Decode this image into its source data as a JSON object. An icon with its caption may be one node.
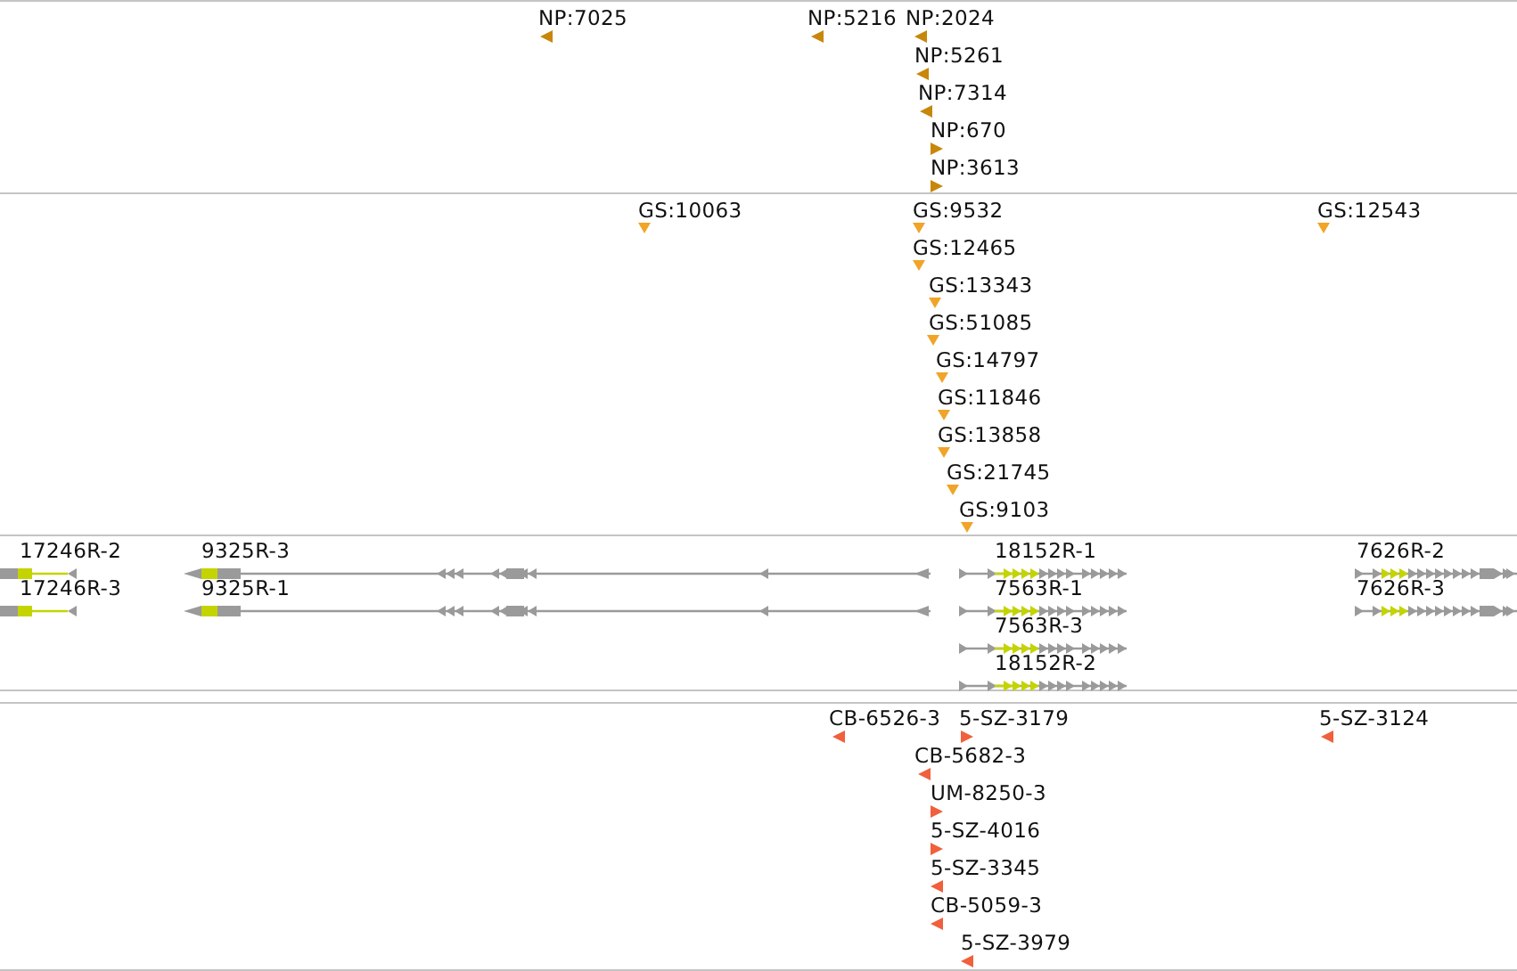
{
  "diagram": {
    "labels": [
      "NP:7025",
      "NP:5216",
      "NP:2024",
      "NP:5261",
      "NP:7314",
      "NP:670",
      "NP:3613",
      "GS:10063",
      "GS:9532",
      "GS:12543",
      "GS:12465",
      "GS:13343",
      "GS:51085",
      "GS:14797",
      "GS:11846",
      "GS:13858",
      "GS:21745",
      "GS:9103",
      "17246R-2",
      "9325R-3",
      "18152R-1",
      "7626R-2",
      "17246R-3",
      "9325R-1",
      "7563R-1",
      "7626R-3",
      "7563R-3",
      "18152R-2",
      "CB-6526-3",
      "5-SZ-3179",
      "5-SZ-3124",
      "CB-5682-3",
      "UM-8250-3",
      "5-SZ-4016",
      "5-SZ-3345",
      "CB-5059-3",
      "5-SZ-3979"
    ]
  }
}
